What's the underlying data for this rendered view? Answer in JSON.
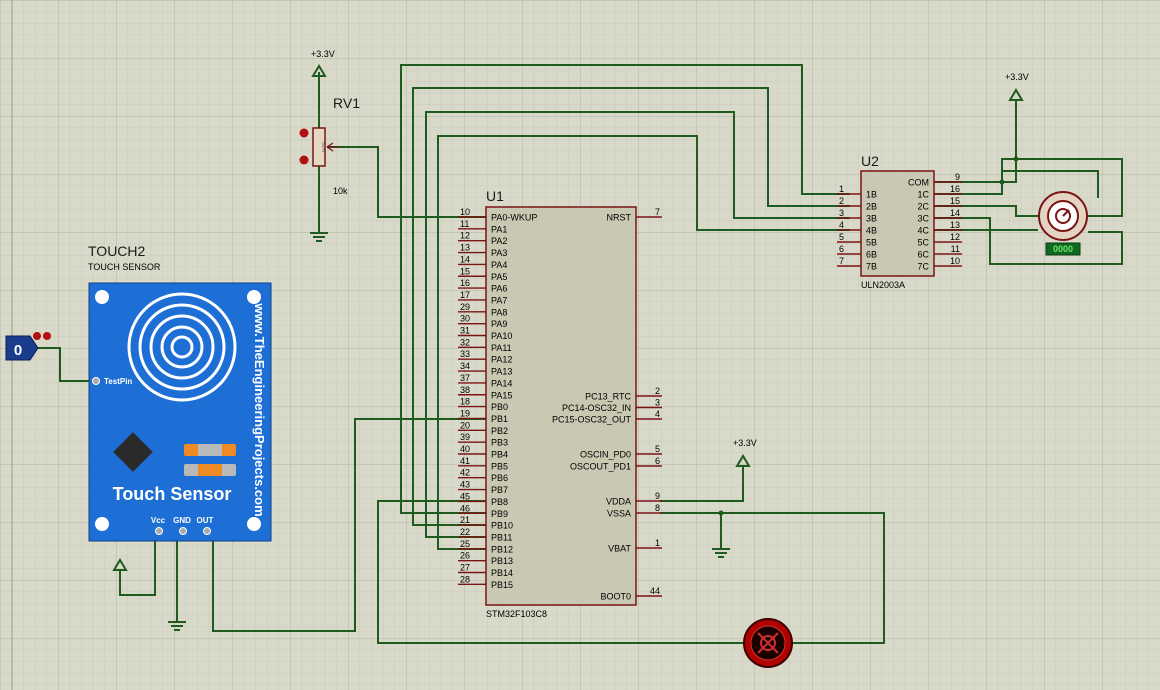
{
  "colors": {
    "background": "#d9d9ca",
    "grid_minor": "#c9c9ba",
    "grid_major": "#b8b8a8",
    "wire": "#1f5a1f",
    "ic_body": "#c9c9b3",
    "ic_outline": "#7a1414",
    "pin": "#7a1414",
    "text": "#000000",
    "label": "#1a1a1a",
    "sensor_blue": "#1d6fd6",
    "sensor_orange": "#f08a24",
    "probe_blue": "#1a3c8c",
    "motor_red": "#b00000"
  },
  "touch_sensor": {
    "ref": "TOUCH2",
    "value": "TOUCH SENSOR",
    "brand_text": "www.TheEngineeringProjects.com",
    "title": "Touch Sensor",
    "testpin_label": "TestPin",
    "pin_vcc": "Vcc",
    "pin_gnd": "GND",
    "pin_out": "OUT"
  },
  "logic_state_probe": {
    "value": "0"
  },
  "potentiometer": {
    "ref": "RV1",
    "value": "10k",
    "supply_label": "+3.3V",
    "body_text": "51%"
  },
  "mcu": {
    "ref": "U1",
    "part": "STM32F103C8",
    "left_pins": [
      {
        "num": "10",
        "name": "PA0-WKUP"
      },
      {
        "num": "11",
        "name": "PA1"
      },
      {
        "num": "12",
        "name": "PA2"
      },
      {
        "num": "13",
        "name": "PA3"
      },
      {
        "num": "14",
        "name": "PA4"
      },
      {
        "num": "15",
        "name": "PA5"
      },
      {
        "num": "16",
        "name": "PA6"
      },
      {
        "num": "17",
        "name": "PA7"
      },
      {
        "num": "29",
        "name": "PA8"
      },
      {
        "num": "30",
        "name": "PA9"
      },
      {
        "num": "31",
        "name": "PA10"
      },
      {
        "num": "32",
        "name": "PA11"
      },
      {
        "num": "33",
        "name": "PA12"
      },
      {
        "num": "34",
        "name": "PA13"
      },
      {
        "num": "37",
        "name": "PA14"
      },
      {
        "num": "38",
        "name": "PA15"
      },
      {
        "num": "18",
        "name": "PB0"
      },
      {
        "num": "19",
        "name": "PB1"
      },
      {
        "num": "20",
        "name": "PB2"
      },
      {
        "num": "39",
        "name": "PB3"
      },
      {
        "num": "40",
        "name": "PB4"
      },
      {
        "num": "41",
        "name": "PB5"
      },
      {
        "num": "42",
        "name": "PB6"
      },
      {
        "num": "43",
        "name": "PB7"
      },
      {
        "num": "45",
        "name": "PB8"
      },
      {
        "num": "46",
        "name": "PB9"
      },
      {
        "num": "21",
        "name": "PB10"
      },
      {
        "num": "22",
        "name": "PB11"
      },
      {
        "num": "25",
        "name": "PB12"
      },
      {
        "num": "26",
        "name": "PB13"
      },
      {
        "num": "27",
        "name": "PB14"
      },
      {
        "num": "28",
        "name": "PB15"
      }
    ],
    "right_pins": [
      {
        "num": "7",
        "name": "NRST"
      },
      {
        "num": "2",
        "name": "PC13_RTC"
      },
      {
        "num": "3",
        "name": "PC14-OSC32_IN"
      },
      {
        "num": "4",
        "name": "PC15-OSC32_OUT"
      },
      {
        "num": "5",
        "name": "OSCIN_PD0"
      },
      {
        "num": "6",
        "name": "OSCOUT_PD1"
      },
      {
        "num": "9",
        "name": "VDDA"
      },
      {
        "num": "8",
        "name": "VSSA"
      },
      {
        "num": "1",
        "name": "VBAT"
      },
      {
        "num": "44",
        "name": "BOOT0"
      }
    ],
    "vdda_supply_label": "+3.3V"
  },
  "driver": {
    "ref": "U2",
    "part": "ULN2003A",
    "left_pins": [
      {
        "num": "1",
        "name": "1B"
      },
      {
        "num": "2",
        "name": "2B"
      },
      {
        "num": "3",
        "name": "3B"
      },
      {
        "num": "4",
        "name": "4B"
      },
      {
        "num": "5",
        "name": "5B"
      },
      {
        "num": "6",
        "name": "6B"
      },
      {
        "num": "7",
        "name": "7B"
      }
    ],
    "right_pins": [
      {
        "num": "9",
        "name": "COM"
      },
      {
        "num": "16",
        "name": "1C"
      },
      {
        "num": "15",
        "name": "2C"
      },
      {
        "num": "14",
        "name": "3C"
      },
      {
        "num": "13",
        "name": "4C"
      },
      {
        "num": "12",
        "name": "5C"
      },
      {
        "num": "11",
        "name": "6C"
      },
      {
        "num": "10",
        "name": "7C"
      }
    ],
    "supply_label": "+3.3V"
  },
  "stepper_motor": {
    "readout": "0000"
  }
}
